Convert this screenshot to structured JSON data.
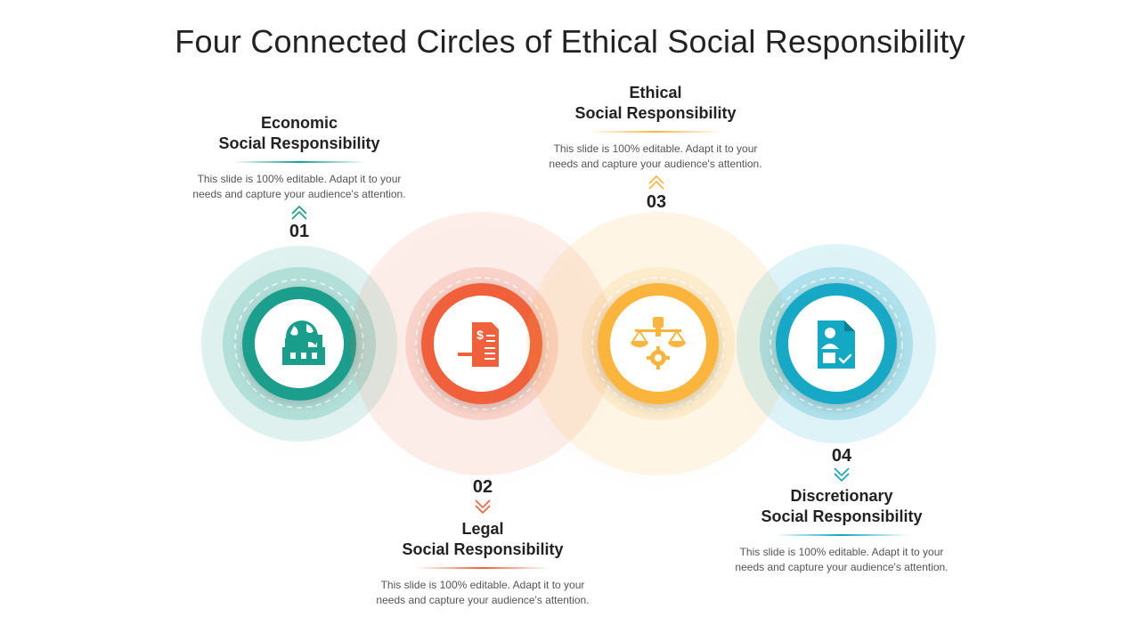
{
  "title": "Four Connected Circles of Ethical Social Responsibility",
  "items": [
    {
      "number": "01",
      "heading_line1": "Economic",
      "heading_line2": "Social Responsibility",
      "description_line1": "This slide is 100% editable. Adapt it to your",
      "description_line2": "needs and capture your audience's attention.",
      "color": "#1a9e8c",
      "icon": "globe-factory-icon"
    },
    {
      "number": "02",
      "heading_line1": "Legal",
      "heading_line2": "Social Responsibility",
      "description_line1": "This slide is 100% editable. Adapt it to your",
      "description_line2": "needs and capture your audience's attention.",
      "color": "#f0603a",
      "icon": "gavel-document-icon"
    },
    {
      "number": "03",
      "heading_line1": "Ethical",
      "heading_line2": "Social Responsibility",
      "description_line1": "This slide is 100% editable. Adapt it to your",
      "description_line2": "needs and capture your audience's attention.",
      "color": "#fbb53c",
      "icon": "scales-fist-gear-icon"
    },
    {
      "number": "04",
      "heading_line1": "Discretionary",
      "heading_line2": "Social Responsibility",
      "description_line1": "This slide is 100% editable. Adapt it to your",
      "description_line2": "needs and capture your audience's attention.",
      "color": "#13a8c4",
      "icon": "profile-document-check-icon"
    }
  ]
}
